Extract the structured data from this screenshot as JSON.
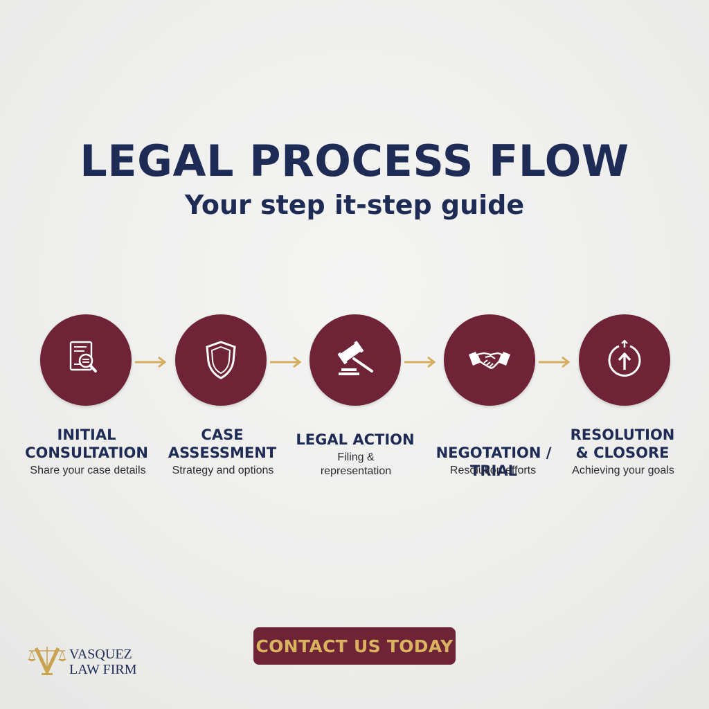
{
  "header": {
    "title": "LEGAL PROCESS FLOW",
    "subtitle": "Your step it-step guide"
  },
  "colors": {
    "background": "#efefee",
    "navy": "#1e2b55",
    "burgundy": "#6e2336",
    "gold": "#d9b35f"
  },
  "steps": [
    {
      "icon": "document-search-icon",
      "title_lines": [
        "INITIAL",
        "CONSULTATION"
      ],
      "desc_lines": [
        "Share your case details"
      ]
    },
    {
      "icon": "shield-icon",
      "title_lines": [
        "CASE",
        "ASSESSMENT"
      ],
      "desc_lines": [
        "Strategy and options"
      ]
    },
    {
      "icon": "gavel-icon",
      "title_lines": [
        "LEGAL ACTION"
      ],
      "desc_lines": [
        "Filing &",
        "representation"
      ]
    },
    {
      "icon": "handshake-icon",
      "title_lines": [
        "NEGOTATION / TRIAL"
      ],
      "desc_lines": [
        "Resolution efforts"
      ]
    },
    {
      "icon": "upload-circle-icon",
      "title_lines": [
        "RESOLUTION",
        "& CLOSORE"
      ],
      "desc_lines": [
        "Achieving your goals"
      ]
    }
  ],
  "cta": {
    "label": "CONTACT US TODAY"
  },
  "logo": {
    "line1": "VASQUEZ",
    "line2": "LAW FIRM"
  }
}
